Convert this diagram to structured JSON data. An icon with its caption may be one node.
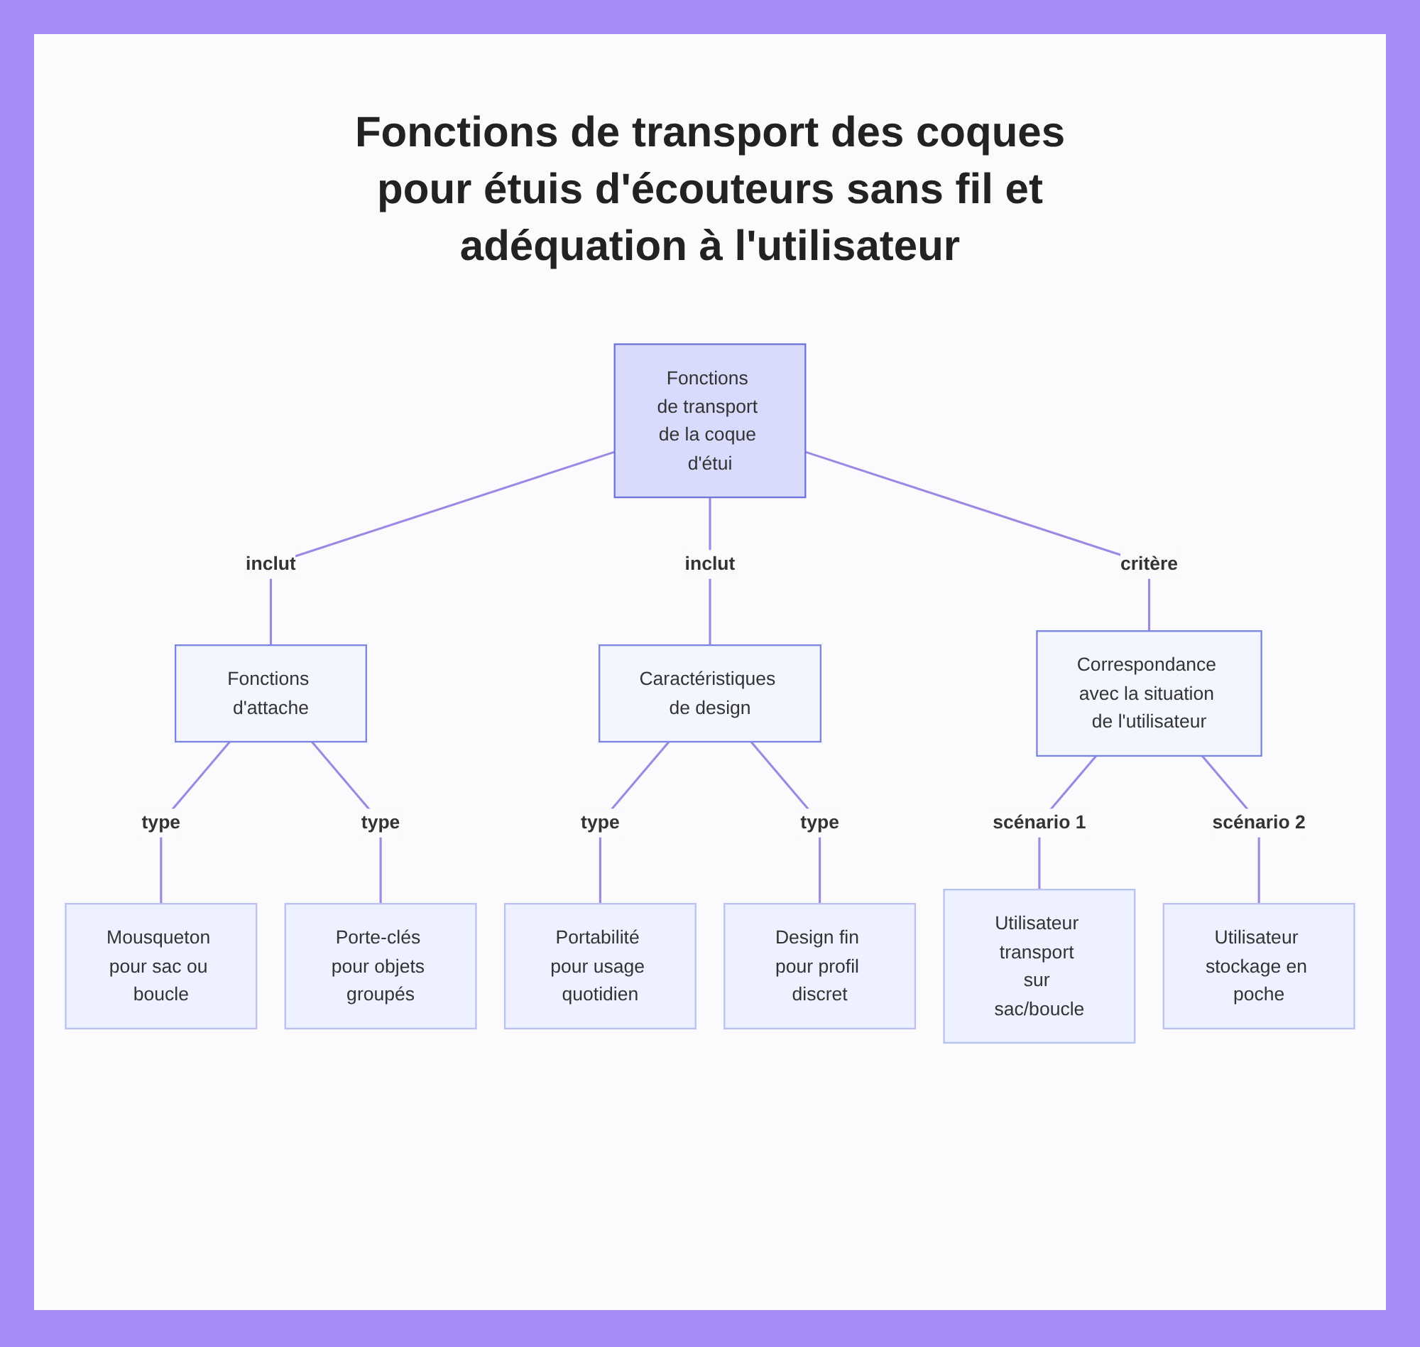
{
  "diagram": {
    "title": "Fonctions de transport des coques pour étuis d'écouteurs sans fil et adéquation à l'utilisateur",
    "nodes": [
      {
        "text": [
          "Fonctions de transport de la coque d'étui"
        ]
      },
      {
        "text": [
          "Fonctions d'attache"
        ]
      },
      {
        "text": [
          "Caractéristiques de design"
        ]
      },
      {
        "text": [
          "Correspondance avec la situation de l'utilisateur"
        ]
      },
      {
        "text": [
          "Mousqueton pour sac ou boucle"
        ]
      },
      {
        "text": [
          "Porte-clés pour objets groupés"
        ]
      },
      {
        "text": [
          "Portabilité pour usage quotidien"
        ]
      },
      {
        "text": [
          "Design fin pour profil discret"
        ]
      },
      {
        "text": [
          "Utilisateur transport sur sac/boucle"
        ]
      },
      {
        "text": [
          "Utilisateur stockage en poche"
        ]
      }
    ],
    "edges": [
      {
        "from": 0,
        "to": 1,
        "arrow": "none",
        "label": "inclut"
      },
      {
        "from": 0,
        "to": 2,
        "arrow": "none",
        "label": "inclut"
      },
      {
        "from": 0,
        "to": 3,
        "arrow": "none",
        "label": "critère"
      },
      {
        "from": 1,
        "to": 4,
        "arrow": "none",
        "label": "type"
      },
      {
        "from": 1,
        "to": 5,
        "arrow": "none",
        "label": "type"
      },
      {
        "from": 2,
        "to": 6,
        "arrow": "none",
        "label": "type"
      },
      {
        "from": 2,
        "to": 7,
        "arrow": "none",
        "label": "type"
      },
      {
        "from": 3,
        "to": 8,
        "arrow": "none",
        "label": "scénario 1"
      },
      {
        "from": 3,
        "to": 9,
        "arrow": "none",
        "label": "scénario 2"
      }
    ]
  }
}
